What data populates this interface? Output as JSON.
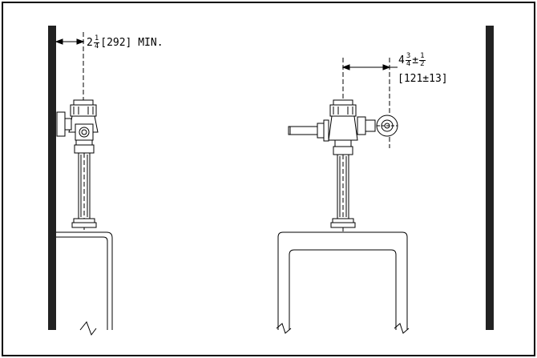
{
  "dimensions": {
    "left": {
      "whole": "2",
      "numerator": "1",
      "denominator": "4",
      "suffix": "[292] MIN."
    },
    "right": {
      "whole": "4",
      "numerator": "3",
      "denominator": "4",
      "tolerance_sign": "±",
      "tol_numerator": "1",
      "tol_denominator": "2",
      "metric": "[121±13]"
    }
  },
  "colors": {
    "line": "#000000",
    "background": "#ffffff"
  }
}
